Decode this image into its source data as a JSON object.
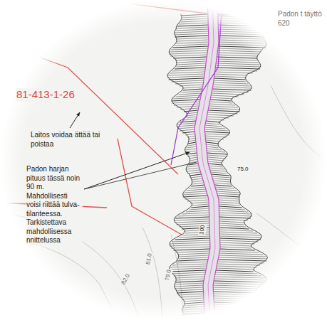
{
  "diagram": {
    "labels": [
      "81-413-1-26",
      "Laitos voidaa ättää tai poistaa",
      "Padon harjan pituus tässä noin 90 m. Mahdollisesti voisi riittää tulva- tilanteessa. Tarkistettava mahdollisessa nnittelussa",
      "Padon t täyttö 620",
      "75.0",
      "100",
      "81.0",
      "82.0",
      "79.0"
    ]
  }
}
